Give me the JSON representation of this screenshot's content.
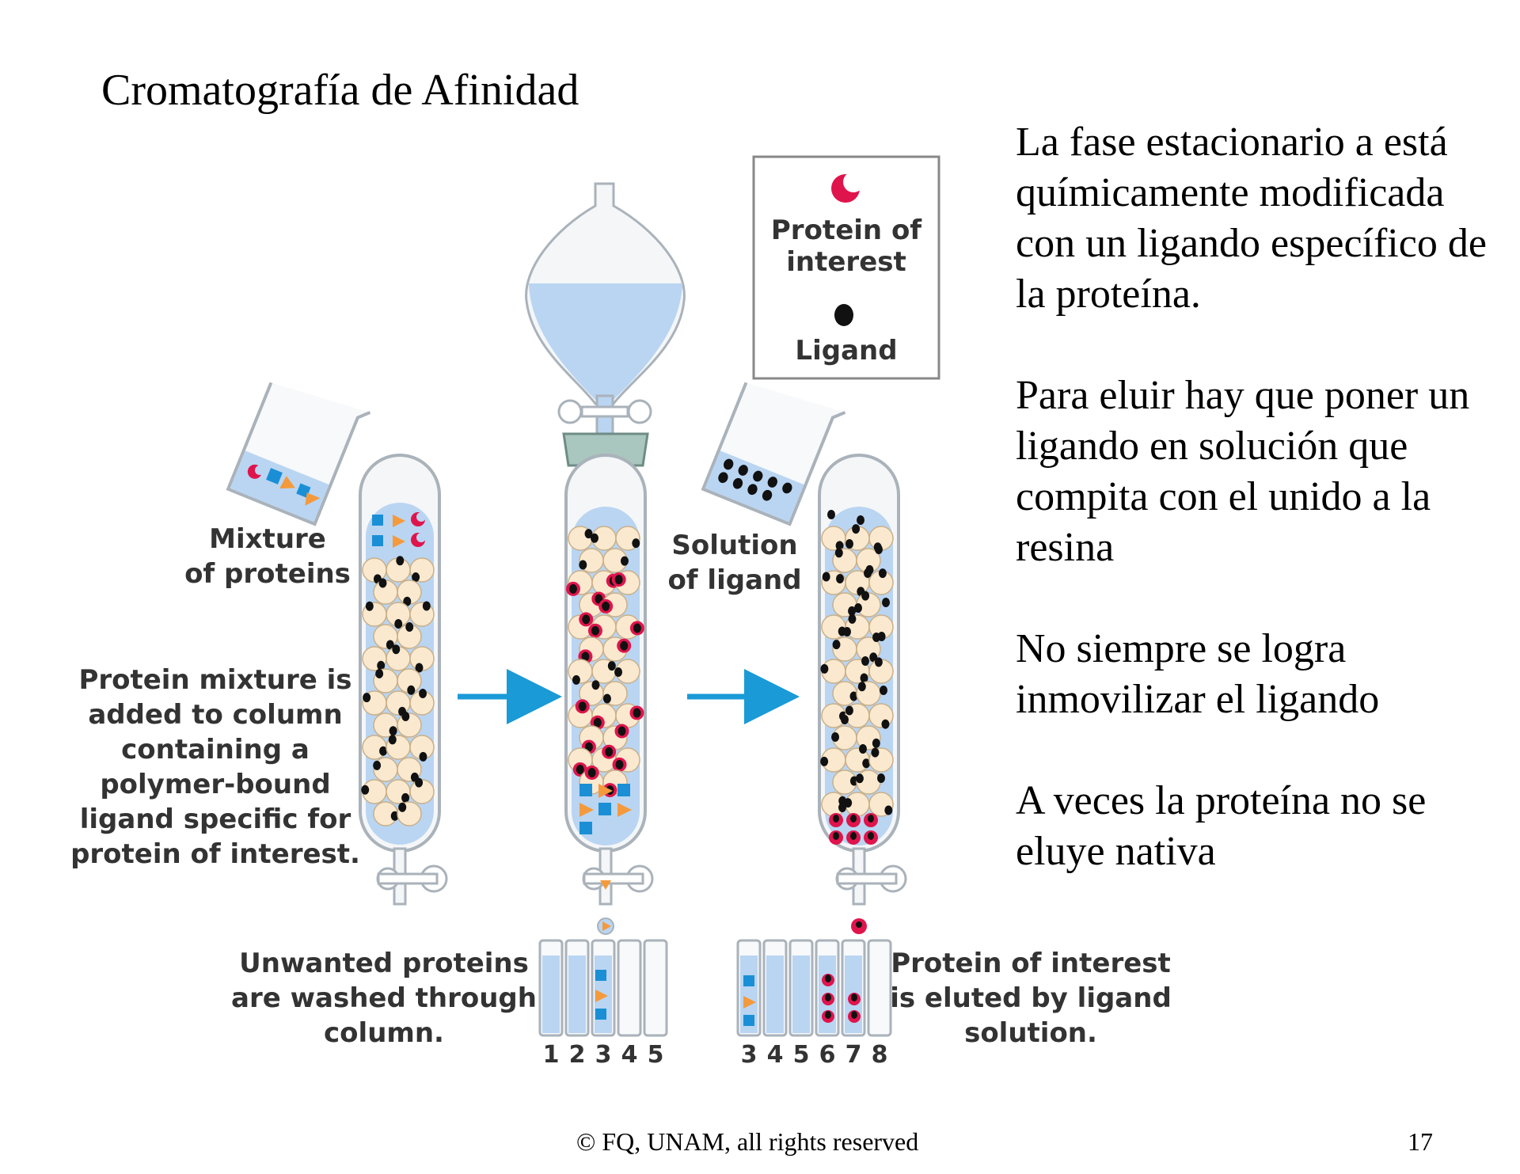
{
  "title": "Cromatografía de Afinidad",
  "bullets": [
    "La fase estacionario a está químicamente modificada con un ligando específico de la proteína.",
    "Para eluir hay que poner un ligando en solución que compita con el unido a la resina",
    "No siempre se logra inmovilizar el ligando",
    "A veces la proteína no se eluye nativa"
  ],
  "footer": "© FQ, UNAM, all rights reserved",
  "page_number": "17",
  "diagram": {
    "legend": {
      "protein_label_1": "Protein of",
      "protein_label_2": "interest",
      "ligand_label": "Ligand"
    },
    "mixture_label_1": "Mixture",
    "mixture_label_2": "of proteins",
    "solution_label_1": "Solution",
    "solution_label_2": "of ligand",
    "step1_caption": [
      "Protein mixture is",
      "added to column",
      "containing a",
      "polymer-bound",
      "ligand specific for",
      "protein of interest."
    ],
    "step2_caption": [
      "Unwanted proteins",
      "are washed through",
      "column."
    ],
    "step3_caption": [
      "Protein of interest",
      "is eluted by ligand",
      "solution."
    ],
    "tubes_left": [
      "1",
      "2",
      "3",
      "4",
      "5"
    ],
    "tubes_right": [
      "3",
      "4",
      "5",
      "6",
      "7",
      "8"
    ],
    "colors": {
      "liquid": "#b9d5f2",
      "bead": "#fbe9cf",
      "protein": "#e0144c",
      "ligand": "#111111",
      "unwanted_blue": "#1a8fd6",
      "unwanted_orange": "#f49a3c",
      "arrow": "#1a9ad6"
    }
  }
}
